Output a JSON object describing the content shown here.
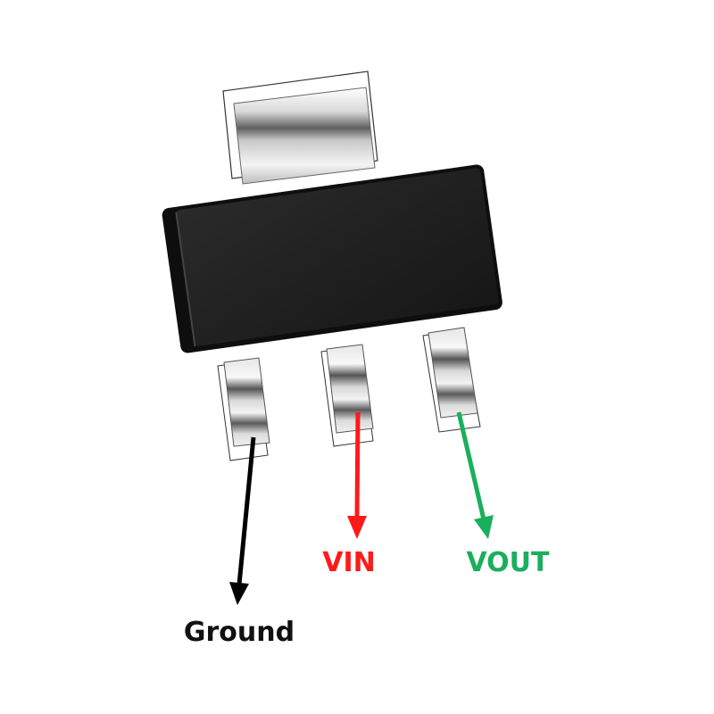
{
  "labels": {
    "ground": "Ground",
    "vin": "VIN",
    "vout": "VOUT"
  },
  "colors": {
    "ground": "#000000",
    "vin": "#ff1a1a",
    "vout": "#1aaf5d",
    "body": "#1c1c1c",
    "metal_light": "#f2f2f2",
    "metal_dark": "#9a9a9a"
  },
  "icons": {
    "package": "sot-223-package-icon"
  }
}
